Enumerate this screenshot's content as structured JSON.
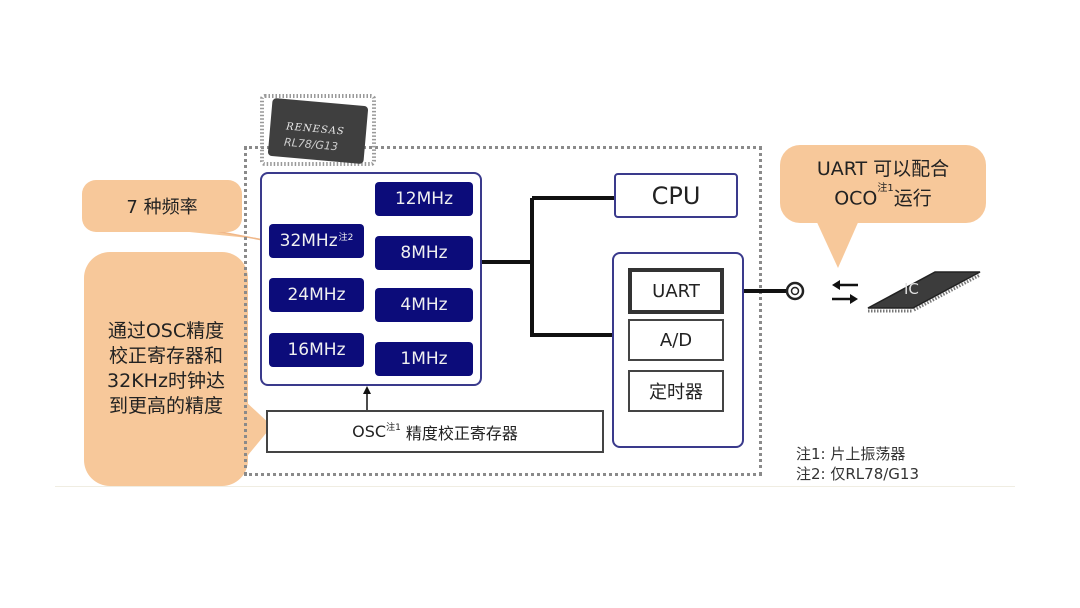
{
  "chip": {
    "brand": "RENESAS",
    "model": "RL78/G13"
  },
  "frequencies": {
    "left": [
      {
        "label": "32MHz",
        "note": "注2"
      },
      {
        "label": "24MHz",
        "note": ""
      },
      {
        "label": "16MHz",
        "note": ""
      }
    ],
    "right": [
      {
        "label": "12MHz",
        "note": ""
      },
      {
        "label": "8MHz",
        "note": ""
      },
      {
        "label": "4MHz",
        "note": ""
      },
      {
        "label": "1MHz",
        "note": ""
      }
    ]
  },
  "osc_register": {
    "prefix": "OSC",
    "note": "注1",
    "suffix": "精度校正寄存器"
  },
  "cpu": {
    "label": "CPU"
  },
  "peripherals": [
    {
      "label": "UART"
    },
    {
      "label": "A/D"
    },
    {
      "label": "定时器"
    }
  ],
  "external_ic": {
    "label": "IC"
  },
  "callouts": {
    "seven_freq": "7 种频率",
    "osc_accuracy": [
      "通过OSC精度",
      "校正寄存器和",
      "32KHz时钟达",
      "到更高的精度"
    ],
    "uart_oco": {
      "line1": "UART 可以配合",
      "line2_prefix": "OCO",
      "line2_note": "注1",
      "line2_suffix": "运行"
    }
  },
  "notes": [
    "注1: 片上振荡器",
    "注2: 仅RL78/G13"
  ],
  "colors": {
    "freq_block": "#0c0c7a",
    "panel_border": "#3a3a8c",
    "callout": "#f7c89a",
    "chip": "#3a3a3a"
  }
}
